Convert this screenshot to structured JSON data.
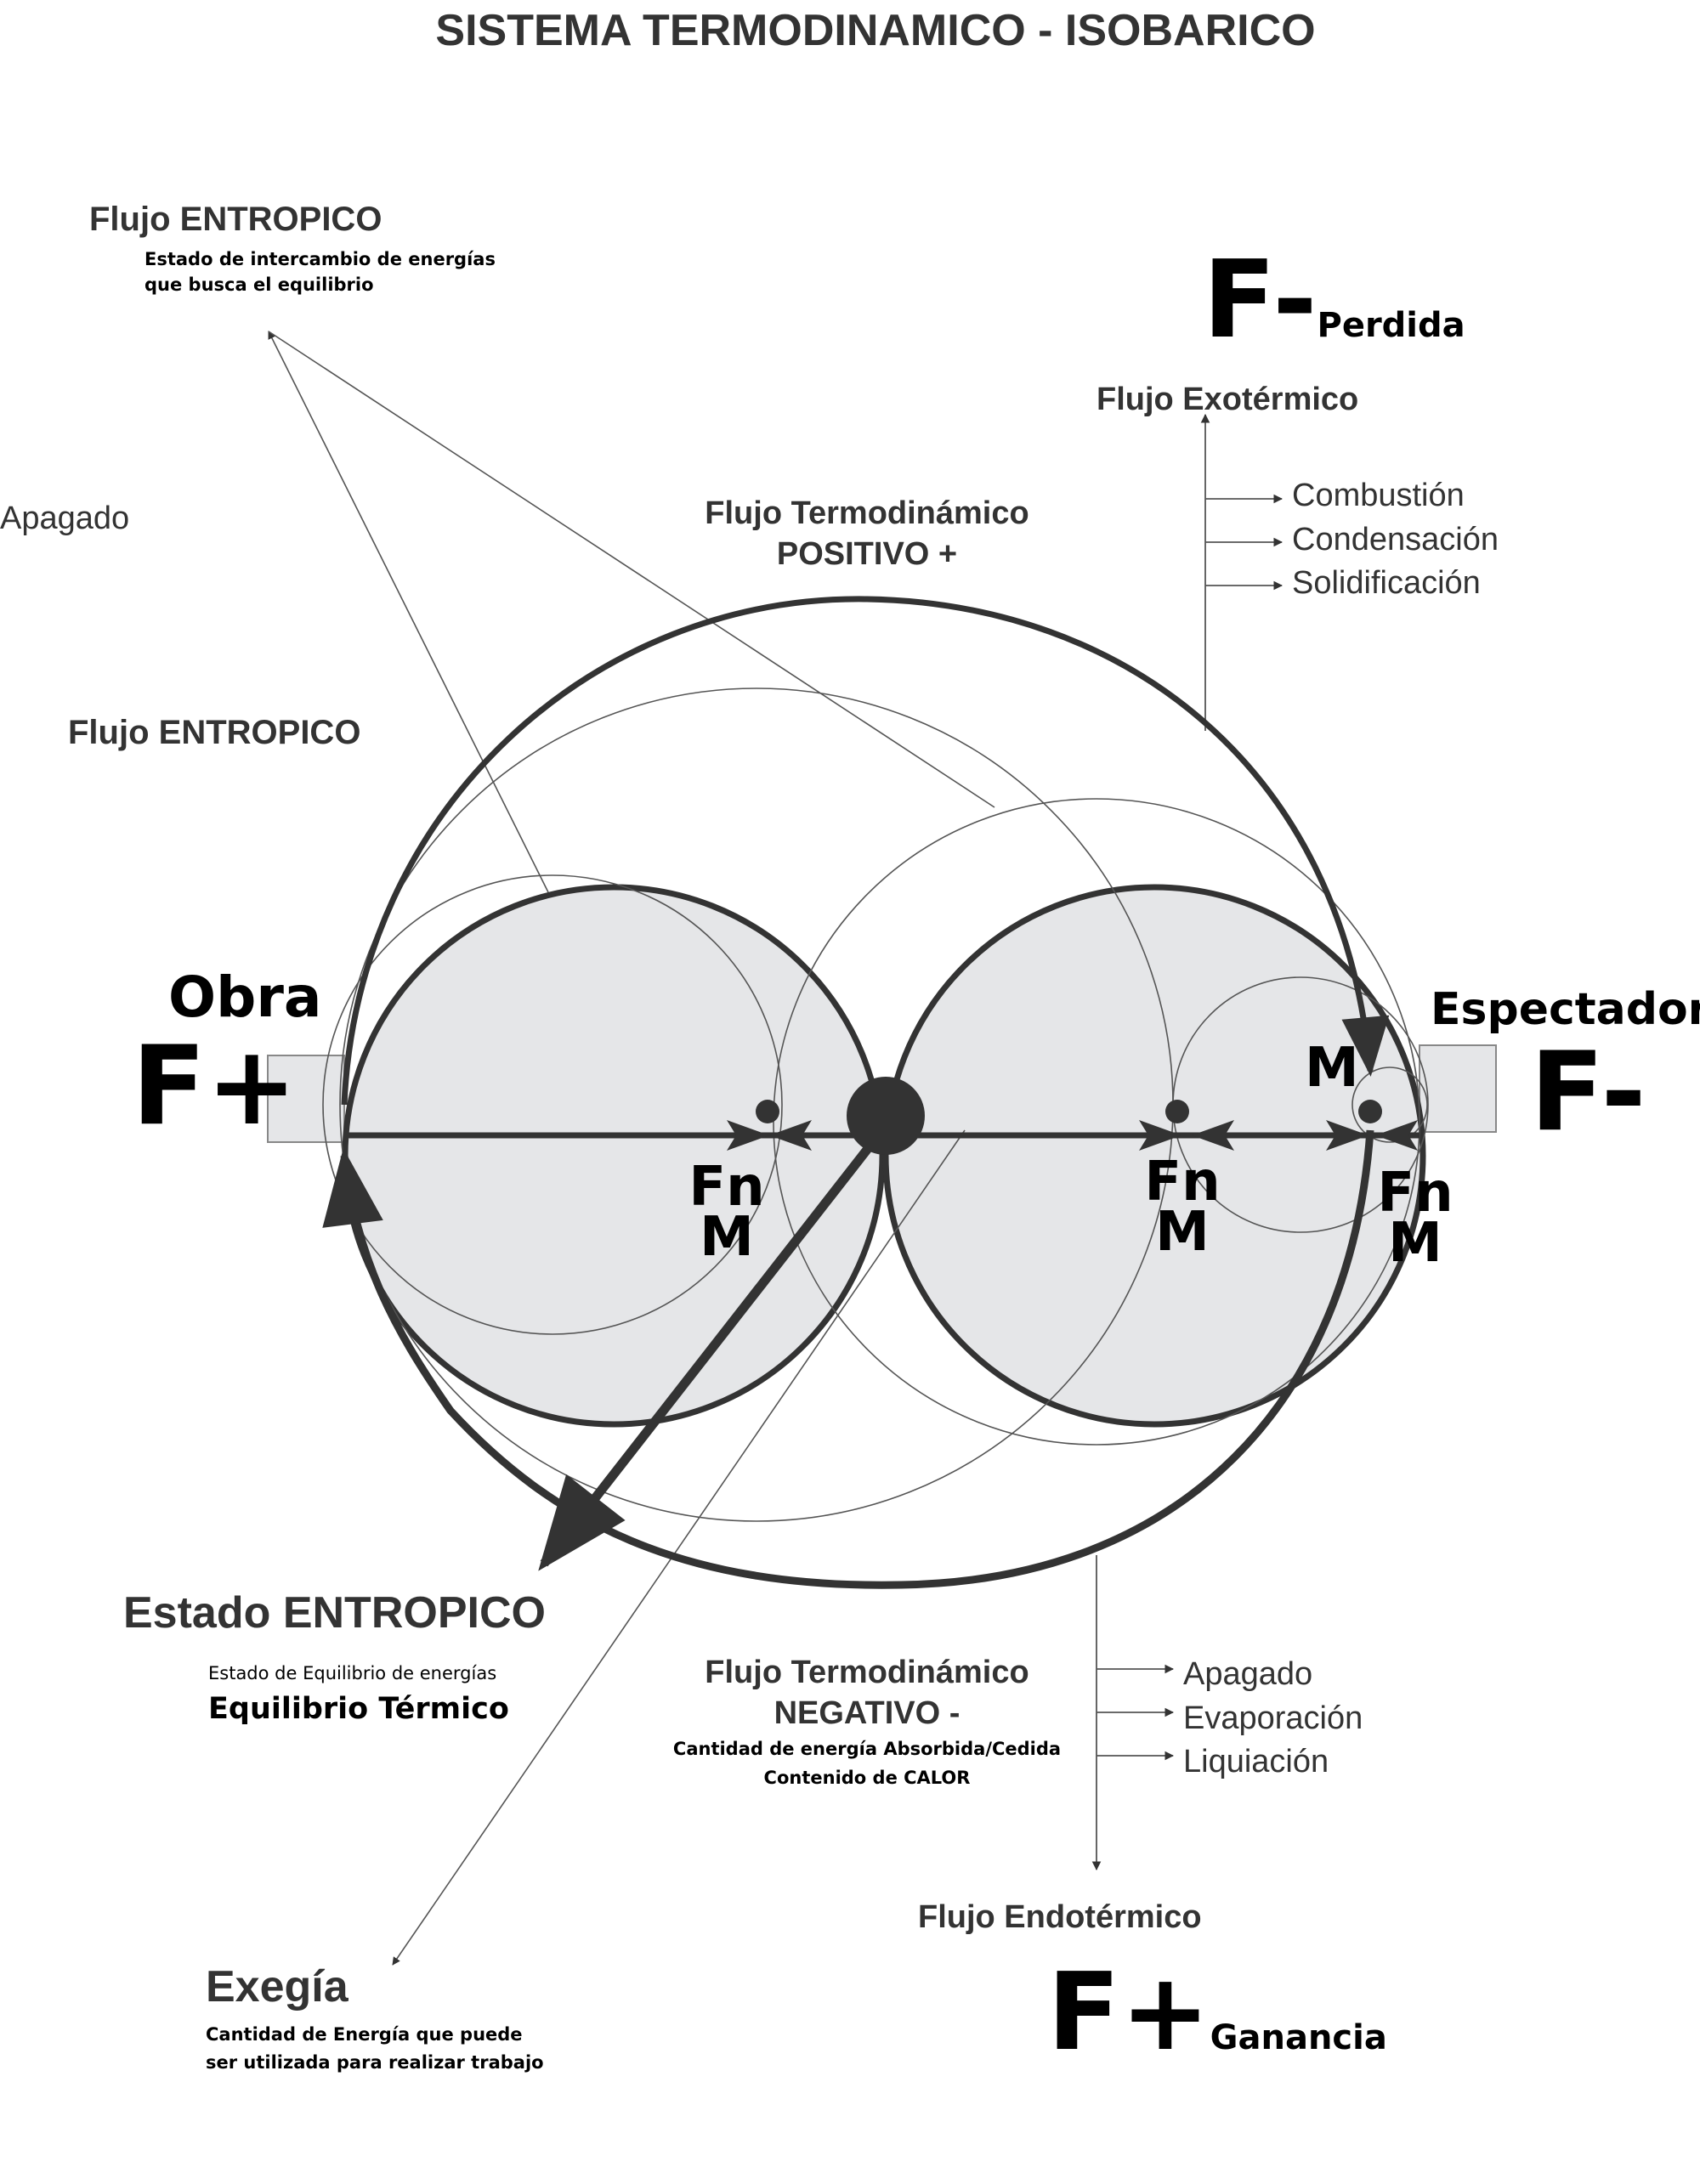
{
  "title": "SISTEMA TERMODINAMICO - ISOBARICO",
  "colors": {
    "ink": "#333333",
    "text_black": "#000000",
    "fill_gray": "#e5e6e8",
    "thin_line": "#555555",
    "background": "#ffffff"
  },
  "flujo_entropico_top": {
    "title": "Flujo ENTROPICO",
    "desc_line1": "Estado de intercambio de energías",
    "desc_line2": "que busca el equilibrio"
  },
  "apagado_left": "Apagado",
  "flujo_entropico_mid": "Flujo ENTROPICO",
  "flujo_termo_positivo": {
    "line1": "Flujo Termodinámico",
    "line2": "POSITIVO +"
  },
  "f_minus_perdida": {
    "symbol": "F-",
    "subscript": "Perdida"
  },
  "flujo_exotermico": {
    "title": "Flujo Exotérmico",
    "items": [
      "Combustión",
      "Condensación",
      "Solidificación"
    ]
  },
  "obra": {
    "label": "Obra",
    "symbol": "F+"
  },
  "espectador": {
    "label": "Espectador",
    "symbol": "F-"
  },
  "node_labels": [
    {
      "fn": "Fn",
      "m": "M"
    },
    {
      "fn": "Fn",
      "m": "M"
    },
    {
      "fn": "Fn",
      "m": "M"
    }
  ],
  "m_label_right": "M",
  "estado_entropico": {
    "title": "Estado ENTROPICO",
    "desc": "Estado de Equilibrio de energías",
    "subtitle": "Equilibrio Térmico"
  },
  "flujo_termo_negativo": {
    "line1": "Flujo Termodinámico",
    "line2": "NEGATIVO -",
    "desc_line1": "Cantidad de energía Absorbida/Cedida",
    "desc_line2": "Contenido de CALOR"
  },
  "flujo_endotermico": {
    "title": "Flujo Endotérmico",
    "items": [
      "Apagado",
      "Evaporación",
      "Liquiación"
    ]
  },
  "f_plus_ganancia": {
    "symbol": "F+",
    "subscript": "Ganancia"
  },
  "exegia": {
    "title": "Exegía",
    "desc_line1": "Cantidad de Energía que puede",
    "desc_line2": "ser utilizada para realizar trabajo"
  }
}
